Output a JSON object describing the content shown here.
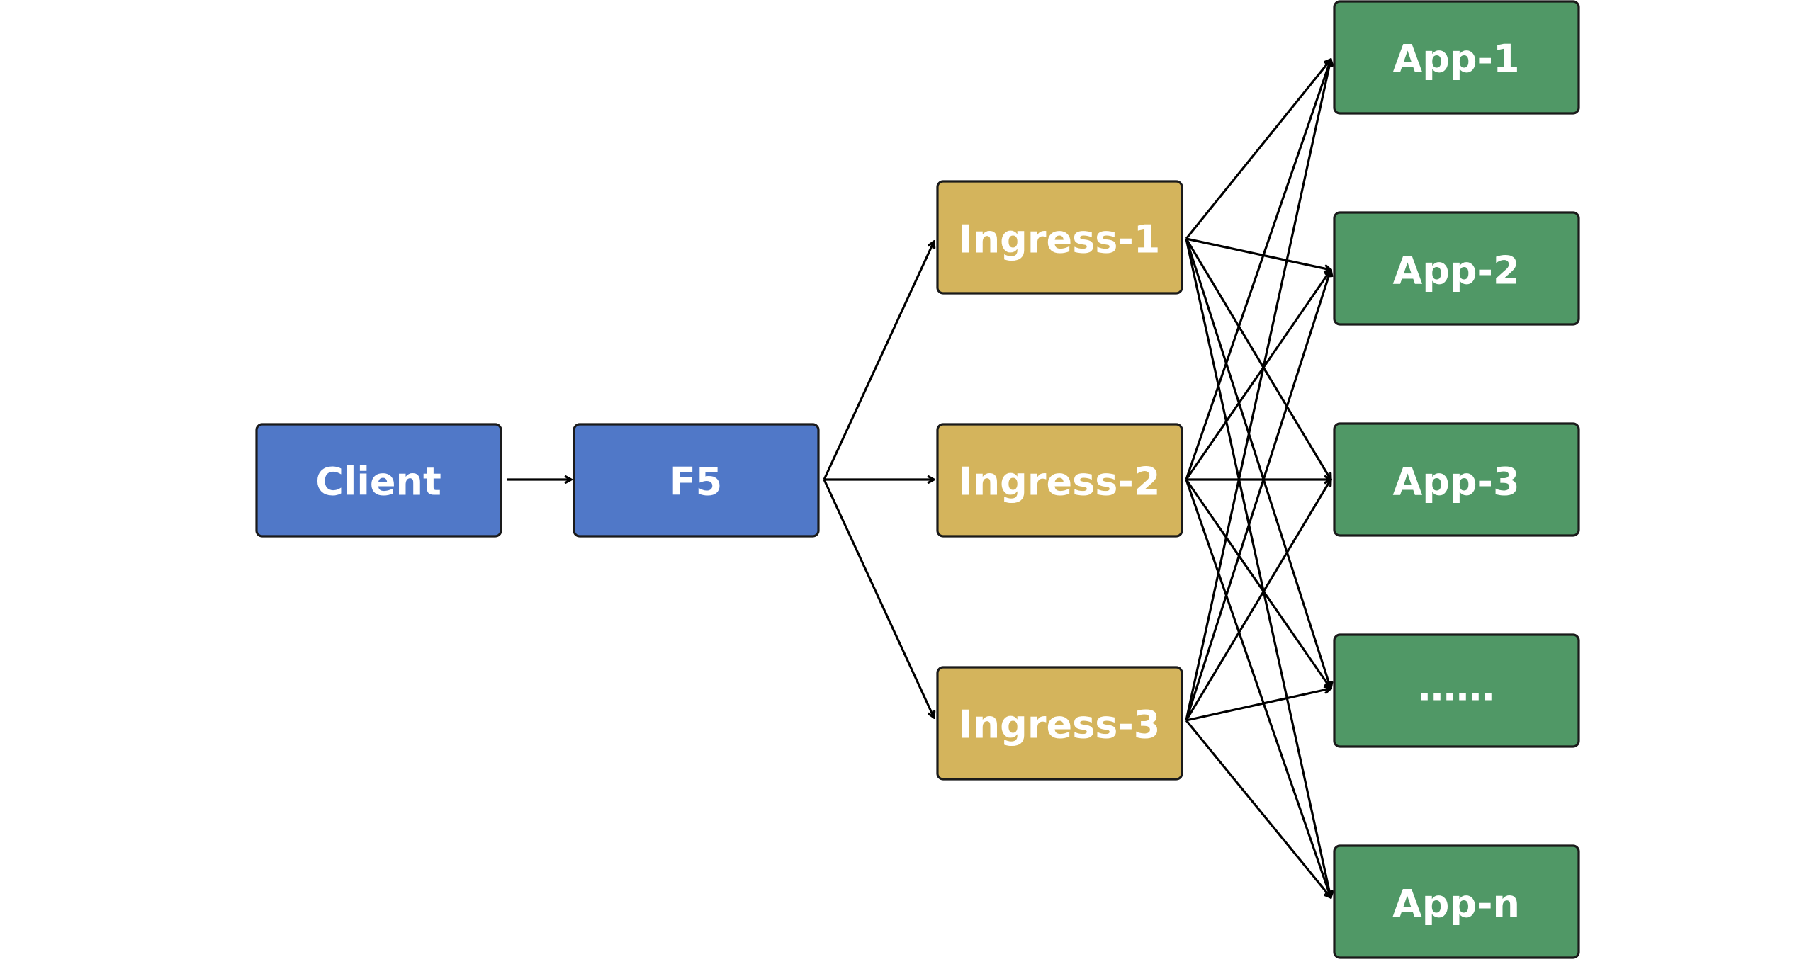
{
  "colors": {
    "blue": "#5078c8",
    "gold": "#d4b45c",
    "green": "#509866"
  },
  "nodes": {
    "client": {
      "label": "Client"
    },
    "f5": {
      "label": "F5"
    },
    "ingress1": {
      "label": "Ingress-1"
    },
    "ingress2": {
      "label": "Ingress-2"
    },
    "ingress3": {
      "label": "Ingress-3"
    },
    "app1": {
      "label": "App-1"
    },
    "app2": {
      "label": "App-2"
    },
    "app3": {
      "label": "App-3"
    },
    "appdots": {
      "label": "……"
    },
    "appn": {
      "label": "App-n"
    }
  },
  "edges": [
    [
      "client",
      "f5"
    ],
    [
      "f5",
      "ingress1"
    ],
    [
      "f5",
      "ingress2"
    ],
    [
      "f5",
      "ingress3"
    ],
    [
      "ingress1",
      "app1"
    ],
    [
      "ingress1",
      "app2"
    ],
    [
      "ingress1",
      "app3"
    ],
    [
      "ingress1",
      "appdots"
    ],
    [
      "ingress1",
      "appn"
    ],
    [
      "ingress2",
      "app1"
    ],
    [
      "ingress2",
      "app2"
    ],
    [
      "ingress2",
      "app3"
    ],
    [
      "ingress2",
      "appdots"
    ],
    [
      "ingress2",
      "appn"
    ],
    [
      "ingress3",
      "app1"
    ],
    [
      "ingress3",
      "app2"
    ],
    [
      "ingress3",
      "app3"
    ],
    [
      "ingress3",
      "appdots"
    ],
    [
      "ingress3",
      "appn"
    ]
  ]
}
